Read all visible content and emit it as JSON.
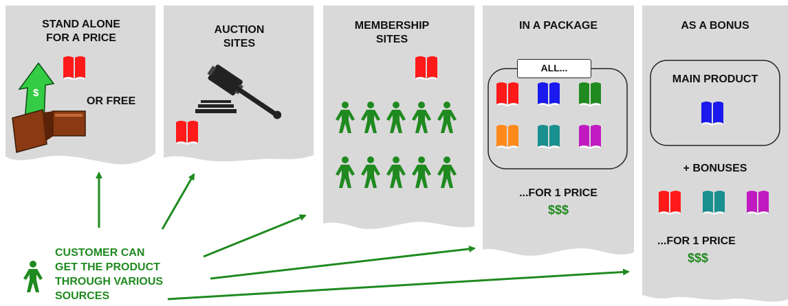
{
  "columns": [
    {
      "id": "standalone",
      "title": "STAND ALONE\nFOR A PRICE",
      "note": "OR FREE"
    },
    {
      "id": "auction",
      "title": "AUCTION\nSITES"
    },
    {
      "id": "membership",
      "title": "MEMBERSHIP\nSITES"
    },
    {
      "id": "package",
      "title": "IN A PACKAGE",
      "badge": "ALL...",
      "price_text": "...FOR 1 PRICE",
      "price": "$$$"
    },
    {
      "id": "bonus",
      "title": "AS A BONUS",
      "main_product": "MAIN PRODUCT",
      "bonuses": "+ BONUSES",
      "price_text": "...FOR 1 PRICE",
      "price": "$$$"
    }
  ],
  "customer_caption": "CUSTOMER CAN\nGET THE PRODUCT\nTHROUGH VARIOUS\nSOURCES",
  "colors": {
    "panel": "#d9d9d9",
    "arrow": "#1f8a1f",
    "people": "#1f8a1f",
    "money_green": "#1f8a1f",
    "book_red": "#ff1a1a",
    "book_blue": "#1a1aee",
    "book_green": "#1f8a1f",
    "book_orange": "#ff8a1a",
    "book_teal": "#1a8f8f",
    "book_purple": "#c01ac0"
  },
  "icons": [
    "book-icon",
    "gavel-icon",
    "wallet-icon",
    "dollar-arrow-icon",
    "person-icon"
  ]
}
